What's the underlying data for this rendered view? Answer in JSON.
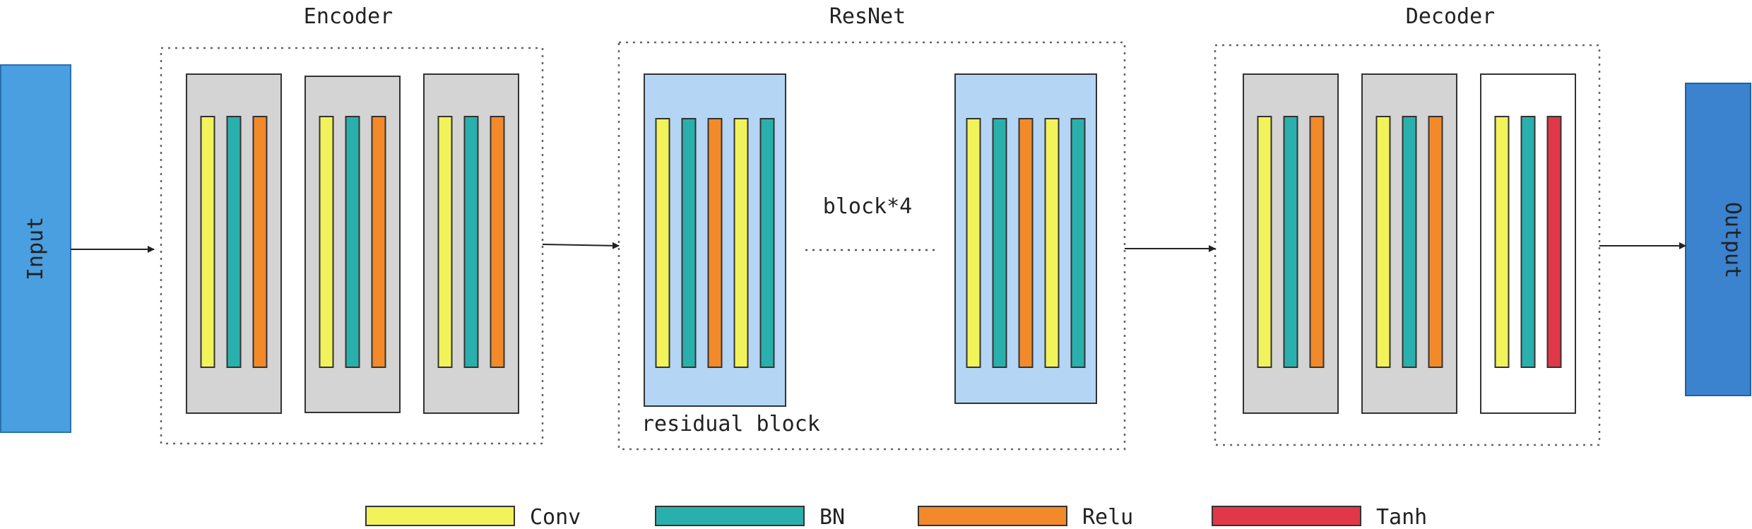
{
  "sections": {
    "encoder": "Encoder",
    "resnet": "ResNet",
    "decoder": "Decoder"
  },
  "io": {
    "input": "Input",
    "output": "Output"
  },
  "resnet_block_repeat": "block*4",
  "residual_block_label": "residual block",
  "legend": [
    {
      "key": "conv",
      "label": "Conv",
      "color": "#f2f25a"
    },
    {
      "key": "bn",
      "label": "BN",
      "color": "#2ab0ac"
    },
    {
      "key": "relu",
      "label": "Relu",
      "color": "#f28a2a"
    },
    {
      "key": "tanh",
      "label": "Tanh",
      "color": "#e03848"
    }
  ],
  "colors": {
    "input_fill": "#4a9fe0",
    "output_fill": "#3b82cf",
    "layer_box": "#d4d4d4",
    "residual_box": "#b4d6f4",
    "final_box": "#ffffff"
  },
  "blocks": {
    "encoder": [
      [
        "conv",
        "bn",
        "relu"
      ],
      [
        "conv",
        "bn",
        "relu"
      ],
      [
        "conv",
        "bn",
        "relu"
      ]
    ],
    "resnet": [
      [
        "conv",
        "bn",
        "relu",
        "conv",
        "bn"
      ],
      [
        "conv",
        "bn",
        "relu",
        "conv",
        "bn"
      ]
    ],
    "decoder": [
      [
        "conv",
        "bn",
        "relu"
      ],
      [
        "conv",
        "bn",
        "relu"
      ],
      [
        "conv",
        "bn",
        "tanh"
      ]
    ]
  }
}
